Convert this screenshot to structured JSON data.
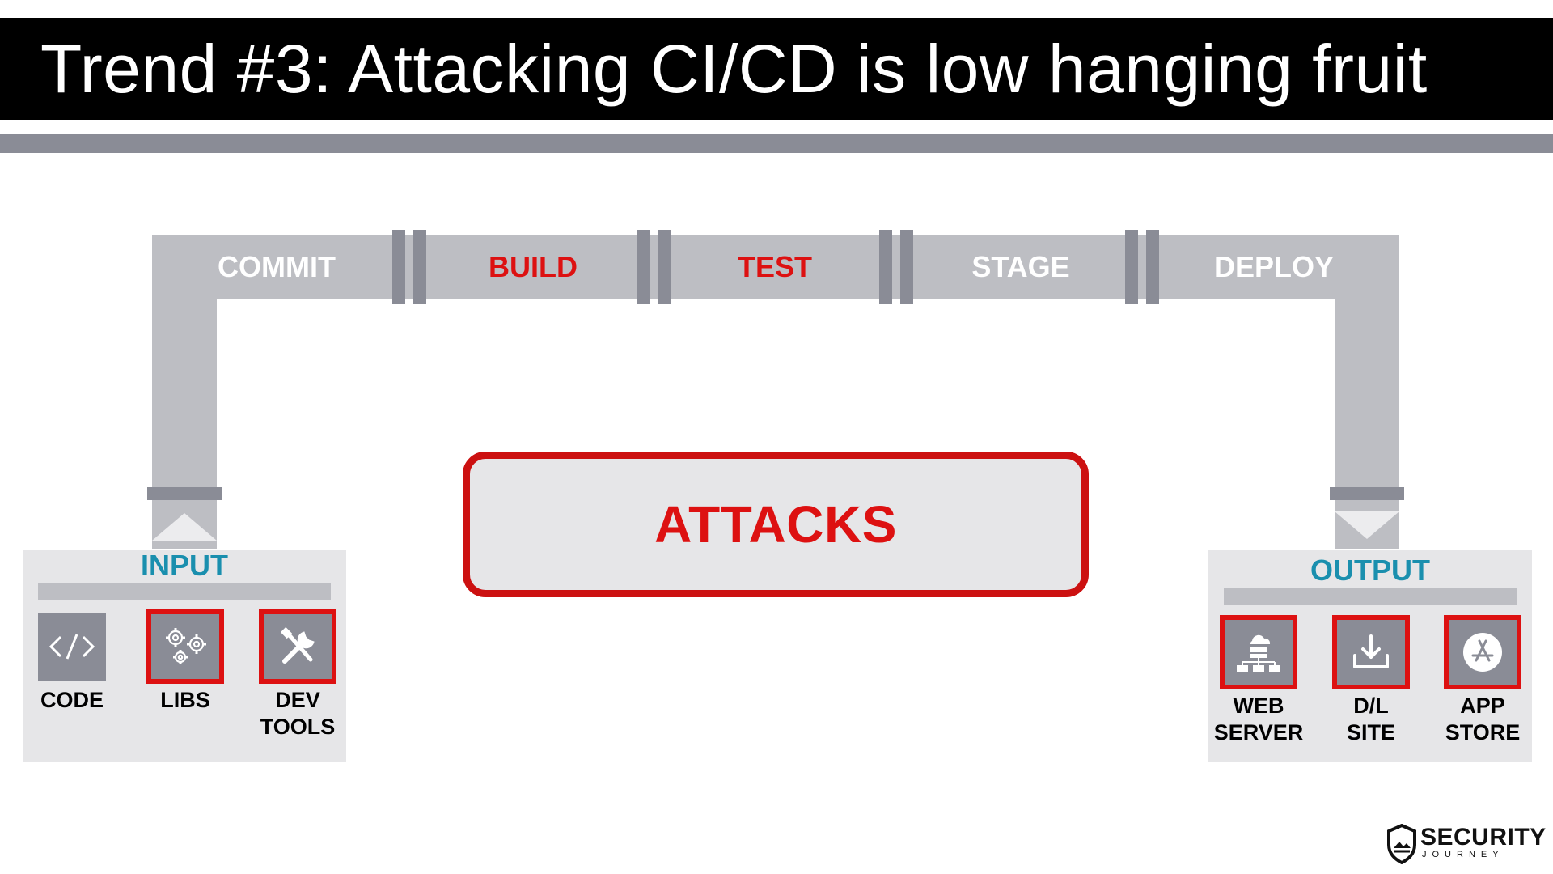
{
  "slide": {
    "title": "Trend #3: Attacking CI/CD is low hanging fruit"
  },
  "pipeline": {
    "stages": [
      {
        "label": "COMMIT",
        "attacked": false
      },
      {
        "label": "BUILD",
        "attacked": true
      },
      {
        "label": "TEST",
        "attacked": true
      },
      {
        "label": "STAGE",
        "attacked": false
      },
      {
        "label": "DEPLOY",
        "attacked": false
      }
    ]
  },
  "attacks": {
    "label": "ATTACKS",
    "color": "#dd1111"
  },
  "input": {
    "title": "INPUT",
    "items": [
      {
        "label": "CODE",
        "icon": "code-icon",
        "attacked": false
      },
      {
        "label": "LIBS",
        "icon": "gears-icon",
        "attacked": true
      },
      {
        "label": "DEV\nTOOLS",
        "icon": "tools-icon",
        "attacked": true
      }
    ]
  },
  "output": {
    "title": "OUTPUT",
    "items": [
      {
        "label": "WEB\nSERVER",
        "icon": "web-server-icon",
        "attacked": true
      },
      {
        "label": "D/L\nSITE",
        "icon": "download-icon",
        "attacked": true
      },
      {
        "label": "APP\nSTORE",
        "icon": "app-store-icon",
        "attacked": true
      }
    ]
  },
  "logo": {
    "name": "SECURITY",
    "sub": "JOURNEY",
    "icon": "shield-logo-icon"
  },
  "colors": {
    "pipe": "#bdbec3",
    "coupling": "#8a8c96",
    "attack_red": "#dd1111",
    "panel_title": "#1a8fae"
  }
}
